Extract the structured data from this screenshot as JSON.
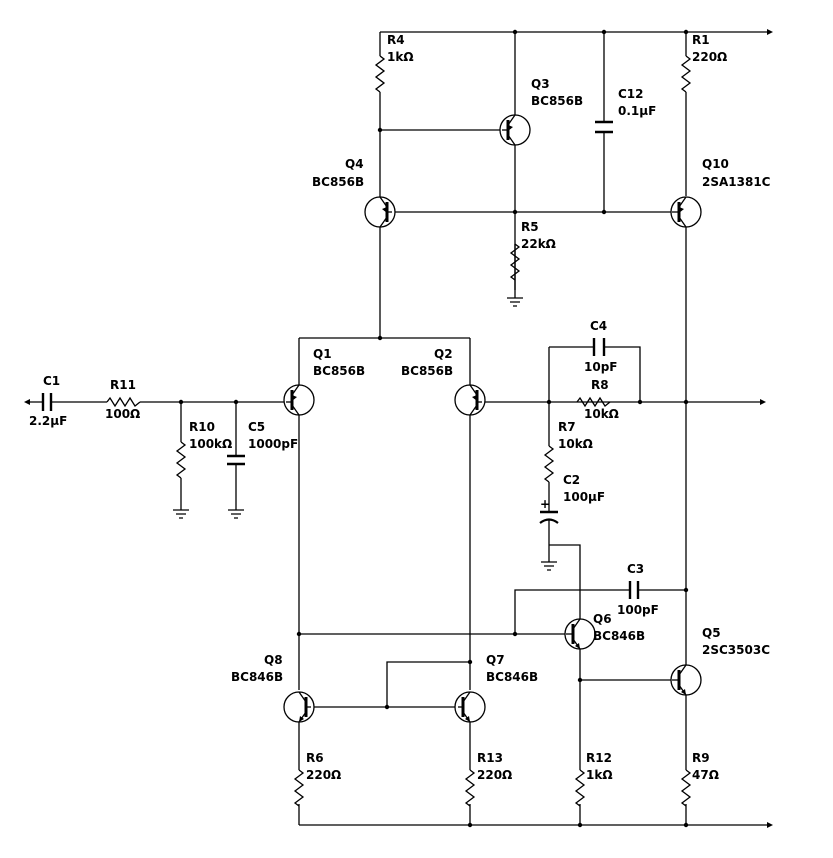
{
  "components": {
    "c1": {
      "ref": "C1",
      "value": "2.2µF"
    },
    "r11": {
      "ref": "R11",
      "value": "100Ω"
    },
    "r10": {
      "ref": "R10",
      "value": "100kΩ"
    },
    "c5": {
      "ref": "C5",
      "value": "1000pF"
    },
    "q1": {
      "ref": "Q1",
      "value": "BC856B"
    },
    "q2": {
      "ref": "Q2",
      "value": "BC856B"
    },
    "q3": {
      "ref": "Q3",
      "value": "BC856B"
    },
    "q4": {
      "ref": "Q4",
      "value": "BC856B"
    },
    "r4": {
      "ref": "R4",
      "value": "1kΩ"
    },
    "r5": {
      "ref": "R5",
      "value": "22kΩ"
    },
    "c12": {
      "ref": "C12",
      "value": "0.1µF"
    },
    "r1": {
      "ref": "R1",
      "value": "220Ω"
    },
    "q10": {
      "ref": "Q10",
      "value": "2SA1381C"
    },
    "c4": {
      "ref": "C4",
      "value": "10pF"
    },
    "r8": {
      "ref": "R8",
      "value": "10kΩ"
    },
    "r7": {
      "ref": "R7",
      "value": "10kΩ"
    },
    "c2": {
      "ref": "C2",
      "value": "100µF",
      "polarity": "+"
    },
    "c3": {
      "ref": "C3",
      "value": "100pF"
    },
    "q6": {
      "ref": "Q6",
      "value": "BC846B"
    },
    "q5": {
      "ref": "Q5",
      "value": "2SC3503C"
    },
    "q8": {
      "ref": "Q8",
      "value": "BC846B"
    },
    "q7": {
      "ref": "Q7",
      "value": "BC846B"
    },
    "r6": {
      "ref": "R6",
      "value": "220Ω"
    },
    "r13": {
      "ref": "R13",
      "value": "220Ω"
    },
    "r12": {
      "ref": "R12",
      "value": "1kΩ"
    },
    "r9": {
      "ref": "R9",
      "value": "47Ω"
    }
  }
}
